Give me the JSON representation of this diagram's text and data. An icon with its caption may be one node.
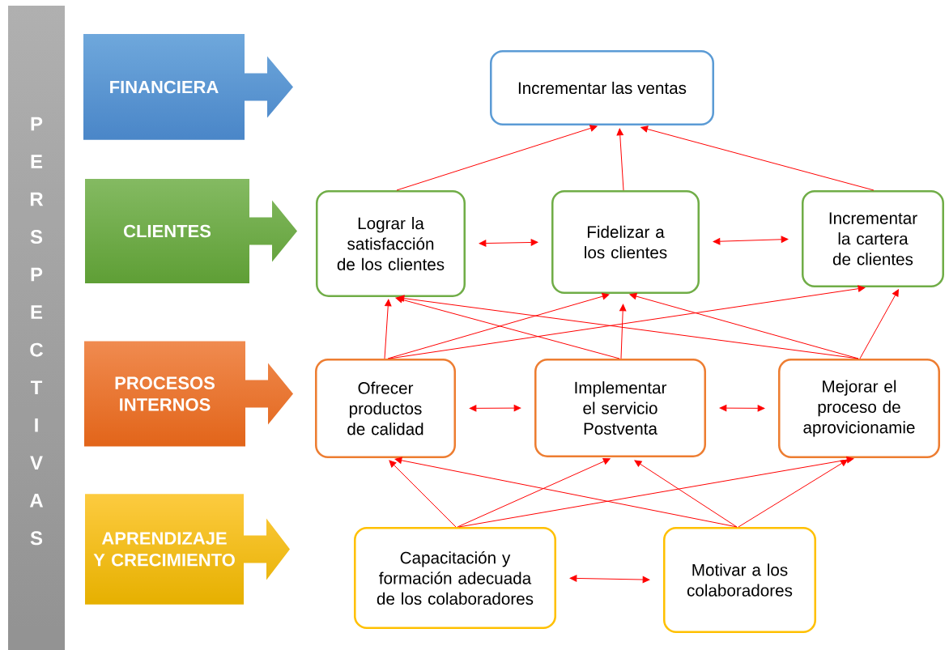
{
  "diagram": {
    "nodes": [
      {
        "text": [
          "PERSPECTIVAS"
        ]
      },
      {
        "text": [
          "FINANCIERA"
        ]
      },
      {
        "text": [
          "Incrementar las ventas"
        ]
      },
      {
        "text": [
          "CLIENTES"
        ]
      },
      {
        "text": [
          "Lograr la satisfacción de los clientes"
        ]
      },
      {
        "text": [
          "Fidelizar a los clientes"
        ]
      },
      {
        "text": [
          "Incrementar la cartera de clientes"
        ]
      },
      {
        "text": [
          "PROCESOS INTERNOS"
        ]
      },
      {
        "text": [
          "Ofrecer productos de calidad"
        ]
      },
      {
        "text": [
          "Implementar el servicio Postventa"
        ]
      },
      {
        "text": [
          "Mejorar el proceso de aprovicionamie"
        ]
      },
      {
        "text": [
          "APRENDIZAJE Y CRECIMIENTO"
        ]
      },
      {
        "text": [
          "Capacitación y formación adecuada de los colaboradores"
        ]
      },
      {
        "text": [
          "Motivar a los colaboradores"
        ]
      }
    ],
    "edges": [
      {
        "from": 4,
        "to": 2,
        "arrow": "to"
      },
      {
        "from": 5,
        "to": 2,
        "arrow": "to"
      },
      {
        "from": 6,
        "to": 2,
        "arrow": "to"
      },
      {
        "from": 4,
        "to": 5,
        "arrow": "both"
      },
      {
        "from": 5,
        "to": 6,
        "arrow": "both"
      },
      {
        "from": 8,
        "to": 4,
        "arrow": "to"
      },
      {
        "from": 8,
        "to": 5,
        "arrow": "to"
      },
      {
        "from": 8,
        "to": 6,
        "arrow": "to"
      },
      {
        "from": 9,
        "to": 4,
        "arrow": "to"
      },
      {
        "from": 9,
        "to": 5,
        "arrow": "to"
      },
      {
        "from": 10,
        "to": 4,
        "arrow": "to"
      },
      {
        "from": 10,
        "to": 5,
        "arrow": "to"
      },
      {
        "from": 10,
        "to": 6,
        "arrow": "to"
      },
      {
        "from": 8,
        "to": 9,
        "arrow": "both"
      },
      {
        "from": 9,
        "to": 10,
        "arrow": "both"
      },
      {
        "from": 12,
        "to": 8,
        "arrow": "to"
      },
      {
        "from": 12,
        "to": 9,
        "arrow": "to"
      },
      {
        "from": 12,
        "to": 10,
        "arrow": "to"
      },
      {
        "from": 13,
        "to": 8,
        "arrow": "to"
      },
      {
        "from": 13,
        "to": 9,
        "arrow": "to"
      },
      {
        "from": 13,
        "to": 10,
        "arrow": "to"
      },
      {
        "from": 12,
        "to": 13,
        "arrow": "both"
      }
    ]
  }
}
